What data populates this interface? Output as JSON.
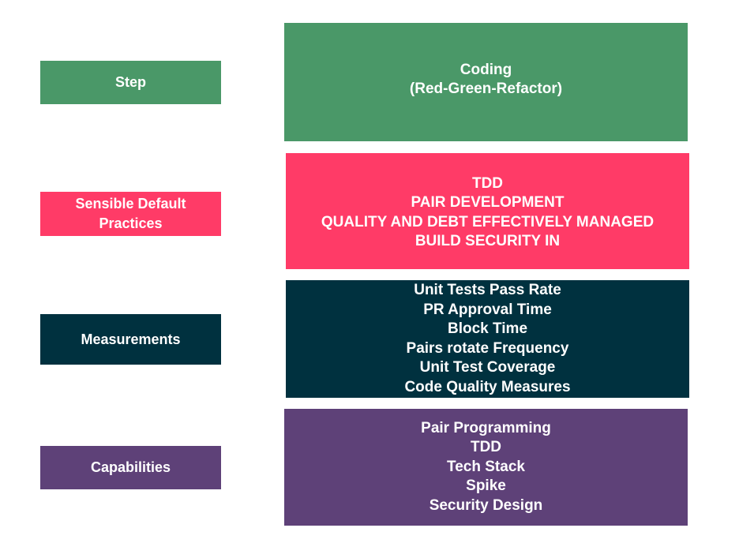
{
  "rows": [
    {
      "label": [
        "Step"
      ],
      "content": [
        "Coding",
        "(Red-Green-Refactor)"
      ],
      "color": "#4a9868"
    },
    {
      "label": [
        "Sensible Default",
        "Practices"
      ],
      "content": [
        "TDD",
        "PAIR DEVELOPMENT",
        "QUALITY AND DEBT EFFECTIVELY MANAGED",
        "BUILD SECURITY IN"
      ],
      "color": "#ff3b67"
    },
    {
      "label": [
        "Measurements"
      ],
      "content": [
        "Unit Tests Pass Rate",
        "PR Approval Time",
        "Block Time",
        "Pairs rotate Frequency",
        "Unit Test Coverage",
        "Code Quality Measures"
      ],
      "color": "#00313f"
    },
    {
      "label": [
        "Capabilities"
      ],
      "content": [
        "Pair Programming",
        "TDD",
        "Tech Stack",
        "Spike",
        "Security Design"
      ],
      "color": "#5e4178"
    }
  ]
}
